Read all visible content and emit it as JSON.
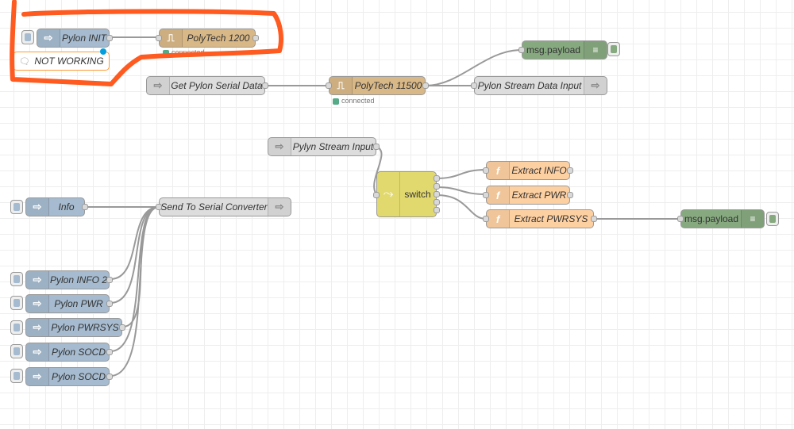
{
  "nodes": {
    "pylon_init": "Pylon INIT",
    "polytech_1200": "PolyTech 1200",
    "polytech_1200_status": "connected",
    "not_working": "NOT WORKING",
    "msg_payload_top": "msg.payload",
    "get_pylon_serial": "Get Pylon Serial Data",
    "polytech_11500": "PolyTech 11500",
    "polytech_11500_status": "connected",
    "pylon_stream_data_input": "Pylon Stream Data Input",
    "pylyn_stream_input": "Pylyn Stream Input",
    "switch": "switch",
    "extract_info": "Extract INFO",
    "extract_pwr": "Extract PWR",
    "extract_pwrsys": "Extract PWRSYS",
    "msg_payload_bottom": "msg.payload",
    "info": "Info",
    "send_to_serial": "Send To Serial Converter",
    "pylon_info2": "Pylon INFO 2",
    "pylon_pwr": "Pylon PWR",
    "pylon_pwrsys": "Pylon PWRSYS",
    "pylon_socd_1": "Pylon SOCD",
    "pylon_socd_2": "Pylon SOCD"
  },
  "colors": {
    "inject": "#a6bbcf",
    "serial": "#d9b887",
    "debug": "#87a980",
    "link": "#dddddd",
    "function": "#fdd0a2",
    "switch": "#e2d96e",
    "annotation": "#ff5a1f",
    "status_ok": "#5a8"
  },
  "icons": {
    "inject": "arrow-right-icon",
    "serial": "serial-port-icon",
    "debug": "list-icon",
    "link": "link-arrow-icon",
    "function": "function-icon",
    "switch": "switch-icon",
    "comment": "comment-icon"
  }
}
